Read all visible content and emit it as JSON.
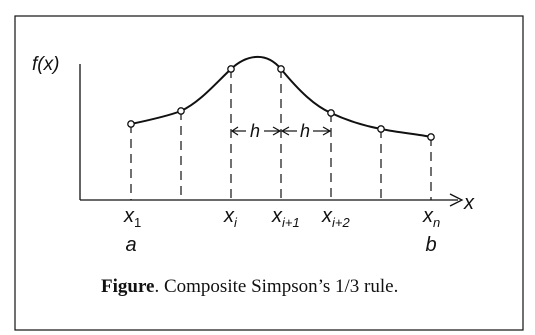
{
  "diagram": {
    "y_axis_label": "f(x)",
    "x_axis_label": "x",
    "h_labels": [
      "h",
      "h"
    ],
    "x_labels": [
      {
        "id": "x1",
        "base": "x",
        "sub": "1"
      },
      {
        "id": "xi",
        "base": "x",
        "sub": "i"
      },
      {
        "id": "xi1",
        "base": "x",
        "sub": "i+1"
      },
      {
        "id": "xi2",
        "base": "x",
        "sub": "i+2"
      },
      {
        "id": "xn",
        "base": "x",
        "sub": "n"
      }
    ],
    "endpoint_labels": {
      "a": "a",
      "b": "b"
    }
  },
  "caption": {
    "prefix": "Figure",
    "text": ". Composite Simpson’s 1/3 rule."
  }
}
